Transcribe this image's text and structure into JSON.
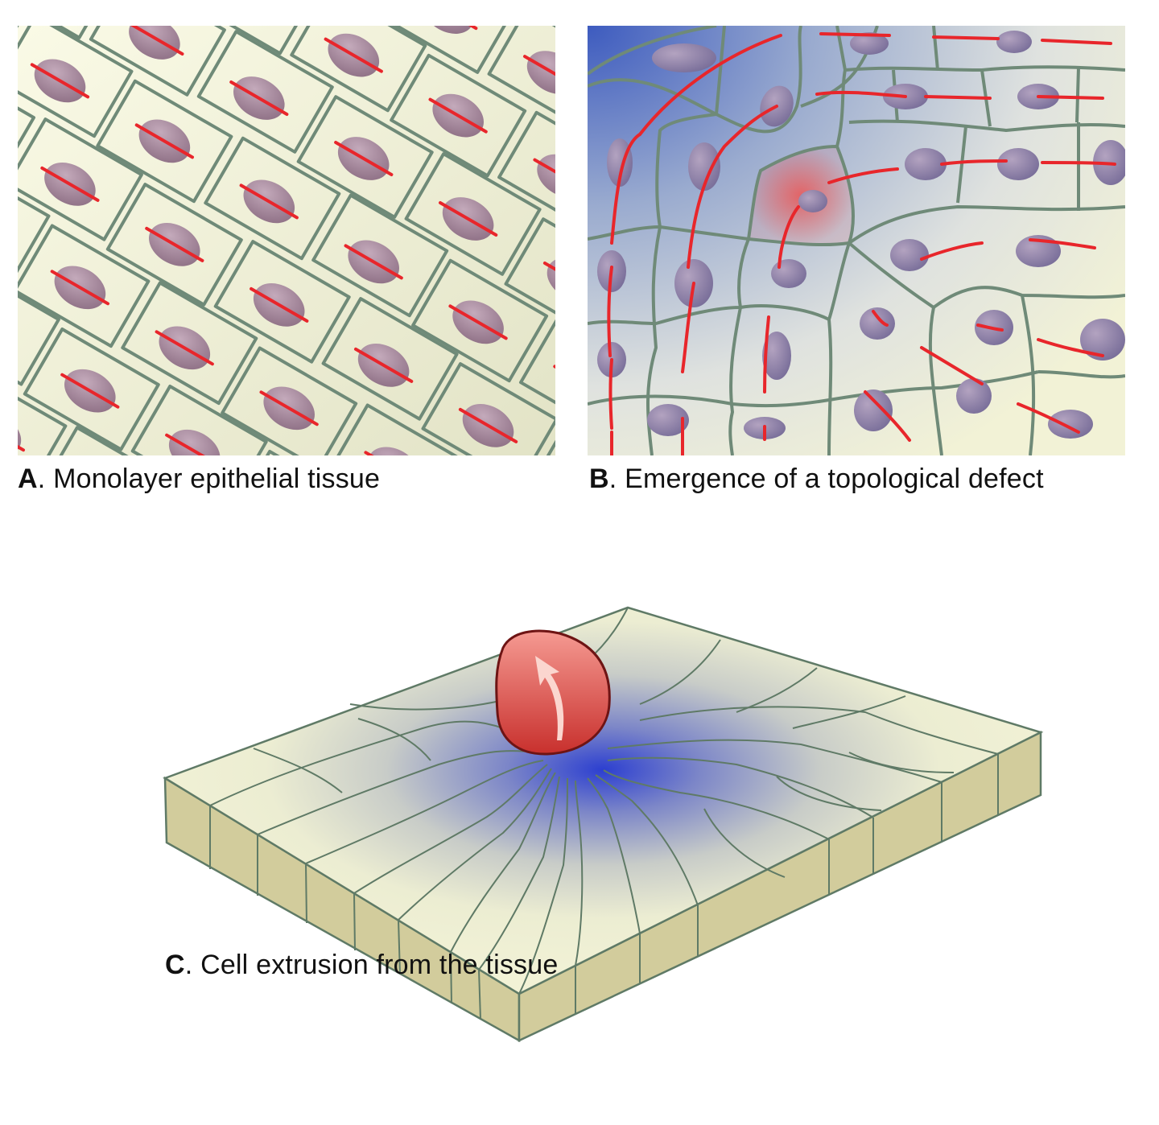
{
  "panels": [
    {
      "letter": "A",
      "caption": "Monolayer epithelial tissue"
    },
    {
      "letter": "B",
      "caption": "Emergence of a topological defect"
    },
    {
      "letter": "C",
      "caption": "Cell extrusion from the tissue"
    }
  ],
  "colors": {
    "cell_fill": "#f2f2d6",
    "cell_border": "#6f8a78",
    "nucleus": "#a68a9e",
    "orientation_line": "#e8262b",
    "defect_glow": "#e85a5a",
    "gradient_blue": "#3d5bbf",
    "extruding_cell": "#d4403d",
    "tissue_side": "#d2cc9c"
  },
  "icons": [
    "curved-arrow-icon"
  ]
}
